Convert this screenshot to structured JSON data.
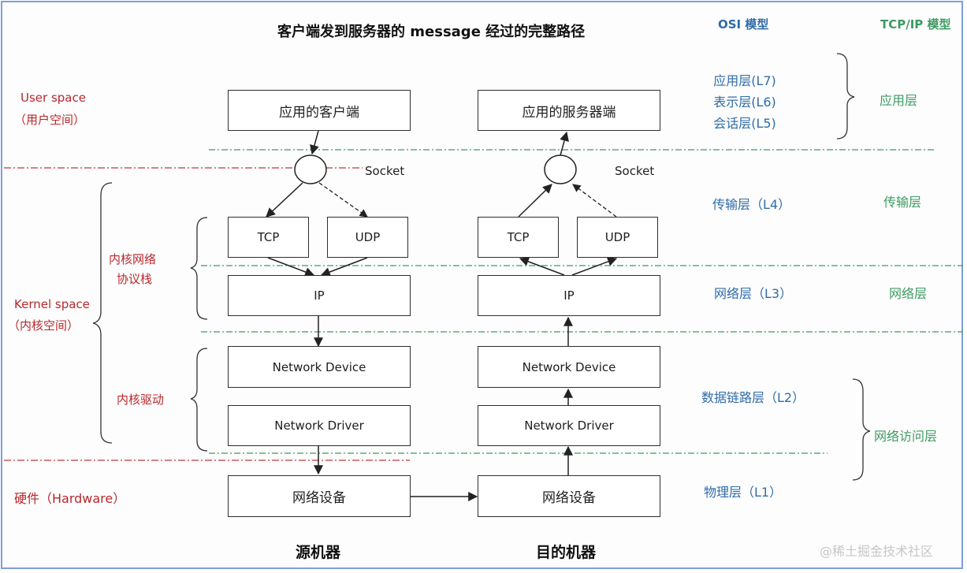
{
  "title": "客户端发到服务器的 message 经过的完整路径",
  "osi_header": "OSI 模型",
  "tcpip_header": "TCP/IP 模型",
  "left_labels": {
    "user_space": "User space",
    "user_space_cn": "（用户空间）",
    "kernel_stack_1": "内核网络",
    "kernel_stack_2": "协议栈",
    "kernel_space": "Kernel space",
    "kernel_space_cn": "（内核空间）",
    "kernel_driver": "内核驱动",
    "hardware": "硬件（Hardware）"
  },
  "source": {
    "app": "应用的客户端",
    "socket": "Socket",
    "tcp": "TCP",
    "udp": "UDP",
    "ip": "IP",
    "device": "Network Device",
    "driver": "Network Driver",
    "hw": "网络设备",
    "footer": "源机器"
  },
  "dest": {
    "app": "应用的服务器端",
    "socket": "Socket",
    "tcp": "TCP",
    "udp": "UDP",
    "ip": "IP",
    "device": "Network Device",
    "driver": "Network Driver",
    "hw": "网络设备",
    "footer": "目的机器"
  },
  "osi_layers": {
    "application": "应用层(L7)",
    "presentation": "表示层(L6)",
    "session": "会话层(L5)",
    "transport": "传输层（L4）",
    "network": "网络层（L3）",
    "datalink": "数据链路层（L2）",
    "physical": "物理层（L1）"
  },
  "tcpip_layers": {
    "application": "应用层",
    "transport": "传输层",
    "network": "网络层",
    "access": "网络访问层"
  },
  "watermark": "@稀土掘金技术社区",
  "colors": {
    "red_label": "#b8282c",
    "osi_blue": "#2f6ca8",
    "tcpip_green": "#3f9a63",
    "frame": "#7f9ed8"
  }
}
